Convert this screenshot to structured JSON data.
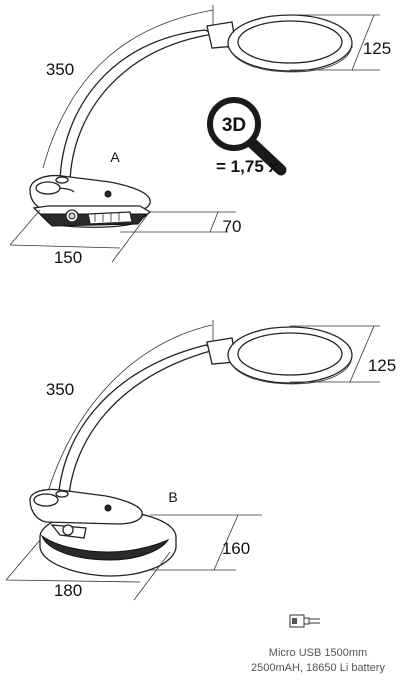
{
  "lamp_a": {
    "label": "A",
    "dim_arm": "350",
    "dim_head": "125",
    "dim_depth": "70",
    "dim_width": "150"
  },
  "lamp_b": {
    "label": "B",
    "dim_arm": "350",
    "dim_head": "125",
    "dim_depth": "160",
    "dim_width": "180"
  },
  "magnification": {
    "badge": "3D",
    "text": "= 1,75 x",
    "icon": "magnifier-icon"
  },
  "power": {
    "icon": "usb-cable-icon",
    "line1": "Micro USB 1500mm",
    "line2": "2500mAH, 18650 Li battery"
  }
}
